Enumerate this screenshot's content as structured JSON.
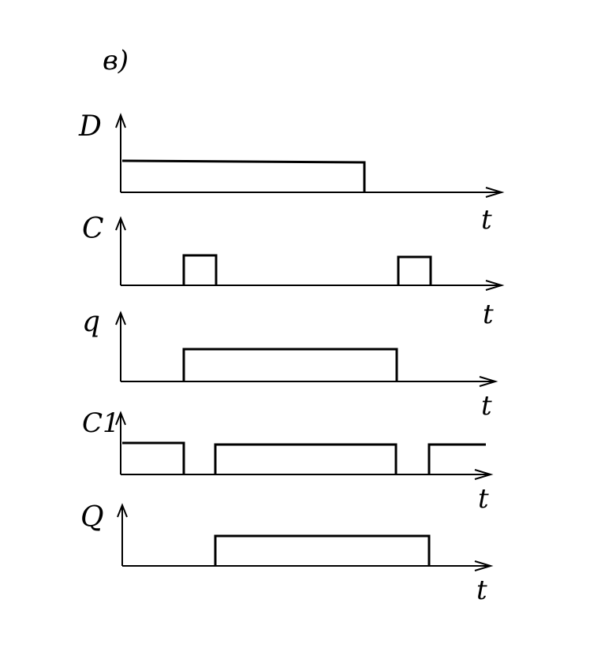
{
  "figure_label": "в)",
  "time_label": "t",
  "signals": [
    {
      "name": "D",
      "transitions": [
        0.0,
        0.667
      ],
      "initial": 1
    },
    {
      "name": "C",
      "transitions": [
        0.17,
        0.26,
        0.75,
        0.84
      ],
      "initial": 0
    },
    {
      "name": "q",
      "transitions": [
        0.17,
        0.75
      ],
      "initial": 0
    },
    {
      "name": "C1",
      "transitions": [
        0.17,
        0.26,
        0.75,
        0.84
      ],
      "initial": 1
    },
    {
      "name": "Q",
      "transitions": [
        0.26,
        0.84
      ],
      "initial": 0
    }
  ]
}
